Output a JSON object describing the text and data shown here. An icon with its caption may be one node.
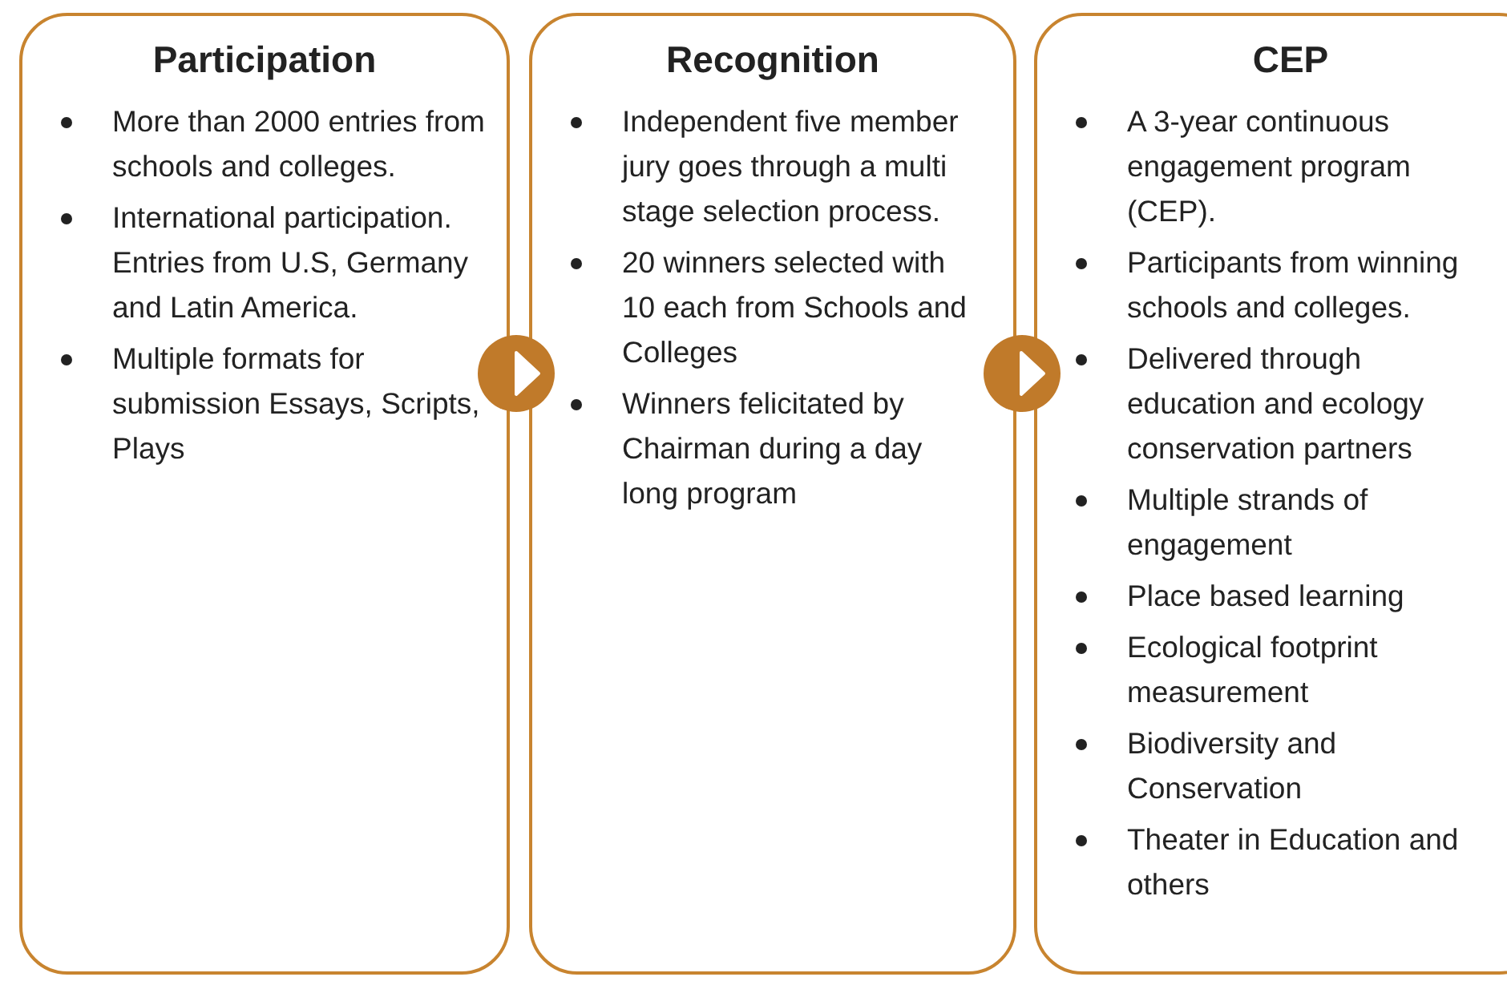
{
  "diagram": {
    "nodes": [
      {
        "text": [
          "Participation",
          "More than 2000 entries from schools and colleges.",
          "International participation. Entries from U.S, Germany and Latin America.",
          "Multiple formats for submission Essays, Scripts, Plays"
        ]
      },
      {
        "text": [
          "Recognition",
          "Independent five member jury goes through a multi stage selection process.",
          "20 winners selected with 10 each from Schools and Colleges",
          "Winners felicitated by Chairman during a day long program"
        ]
      },
      {
        "text": [
          "CEP",
          "A 3-year continuous engagement program (CEP).",
          "Participants from winning schools and colleges.",
          "Delivered through education and ecology conservation partners",
          "Multiple strands of engagement",
          "Place based learning",
          "Ecological footprint measurement",
          "Biodiversity and Conservation",
          "Theater in Education and others"
        ]
      }
    ],
    "edges": [
      {
        "from": 0,
        "to": 1,
        "arrow": "to"
      },
      {
        "from": 1,
        "to": 2,
        "arrow": "to"
      }
    ]
  }
}
